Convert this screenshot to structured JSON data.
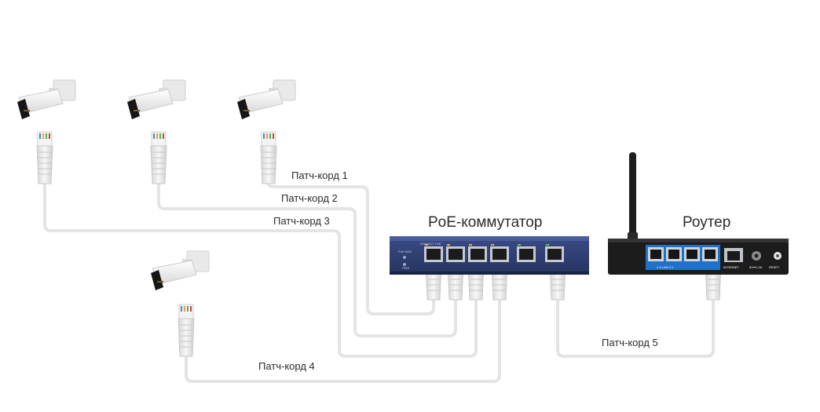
{
  "devices": {
    "switch_label": "PoE-коммутатор",
    "router_label": "Роутер"
  },
  "cables": [
    "Патч-корд 1",
    "Патч-корд 2",
    "Патч-корд 3",
    "Патч-корд 4",
    "Патч-корд 5"
  ],
  "colors": {
    "cable": "#e4e4e4",
    "switch_body": "#2f3f75",
    "router_body": "#1c1c1c",
    "router_ports_band": "#1e73c8",
    "camera_body": "#f2f2f2",
    "camera_front": "#161616"
  },
  "icons": [
    "camera-icon",
    "rj45-connector-icon",
    "poe-switch-icon",
    "router-icon",
    "antenna-icon"
  ]
}
